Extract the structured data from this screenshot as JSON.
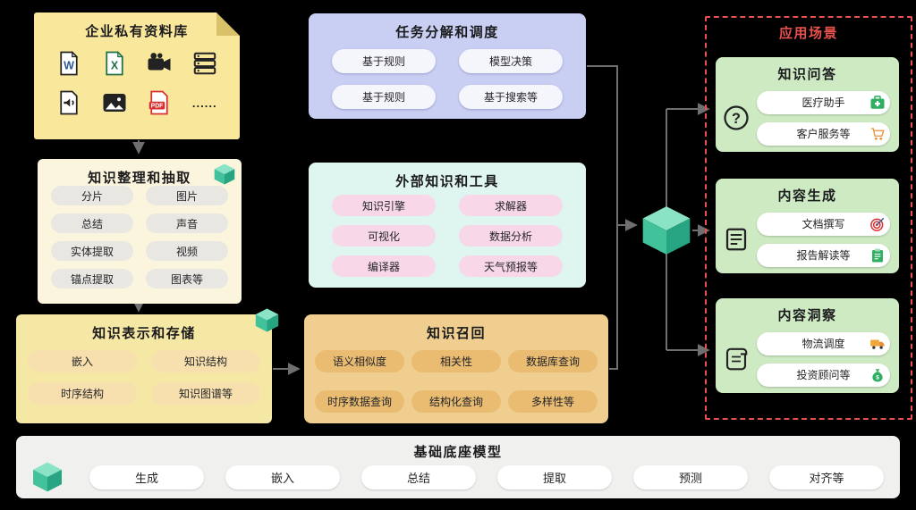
{
  "repo": {
    "title": "企业私有资料库",
    "ellipsis": "......",
    "icons": [
      "word-file",
      "excel-file",
      "video-camera",
      "server-storage",
      "audio-file",
      "image-file",
      "pdf-file"
    ]
  },
  "extraction": {
    "title": "知识整理和抽取",
    "pills": [
      "分片",
      "图片",
      "总结",
      "声音",
      "实体提取",
      "视频",
      "锚点提取",
      "图表等"
    ]
  },
  "storage": {
    "title": "知识表示和存储",
    "pills": [
      "嵌入",
      "知识结构",
      "时序结构",
      "知识图谱等"
    ]
  },
  "task": {
    "title": "任务分解和调度",
    "pills": [
      "基于规则",
      "模型决策",
      "基于规则",
      "基于搜索等"
    ]
  },
  "external": {
    "title": "外部知识和工具",
    "pills": [
      "知识引擎",
      "求解器",
      "可视化",
      "数据分析",
      "编译器",
      "天气预报等"
    ]
  },
  "recall": {
    "title": "知识召回",
    "pills": [
      "语义相似度",
      "相关性",
      "数据库查询",
      "时序数据查询",
      "结构化查询",
      "多样性等"
    ]
  },
  "applications": {
    "title": "应用场景",
    "qa": {
      "title": "知识问答",
      "pills": [
        "医疗助手",
        "客户服务等"
      ]
    },
    "generation": {
      "title": "内容生成",
      "pills": [
        "文档撰写",
        "报告解读等"
      ]
    },
    "insight": {
      "title": "内容洞察",
      "pills": [
        "物流调度",
        "投资顾问等"
      ]
    }
  },
  "foundation": {
    "title": "基础底座模型",
    "pills": [
      "生成",
      "嵌入",
      "总结",
      "提取",
      "预测",
      "对齐等"
    ]
  },
  "colors": {
    "accent_red": "#E9514E",
    "cube_teal": "#3FC39C"
  }
}
